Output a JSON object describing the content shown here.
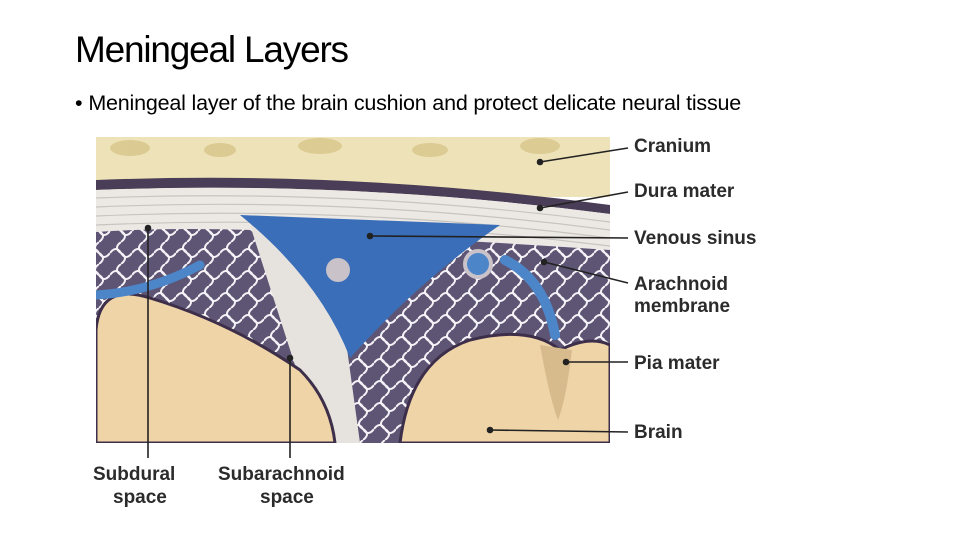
{
  "slide": {
    "title": "Meningeal Layers",
    "bullet": "Meningeal layer of the brain cushion and protect delicate neural tissue"
  },
  "figure": {
    "labels": {
      "cranium": "Cranium",
      "dura_mater": "Dura mater",
      "venous_sinus": "Venous sinus",
      "arachnoid_line1": "Arachnoid",
      "arachnoid_line2": "membrane",
      "pia_mater": "Pia mater",
      "brain": "Brain",
      "subdural_line1": "Subdural",
      "subdural_line2": "space",
      "subarachnoid_line1": "Subarachnoid",
      "subarachnoid_line2": "space"
    },
    "colors": {
      "cranium": "#eee2b8",
      "dura": "#ece9e4",
      "venous_sinus": "#3a6eb8",
      "arachnoid_web": "#5e5575",
      "brain": "#efd4a8",
      "vessel": "#4c86c9"
    }
  }
}
